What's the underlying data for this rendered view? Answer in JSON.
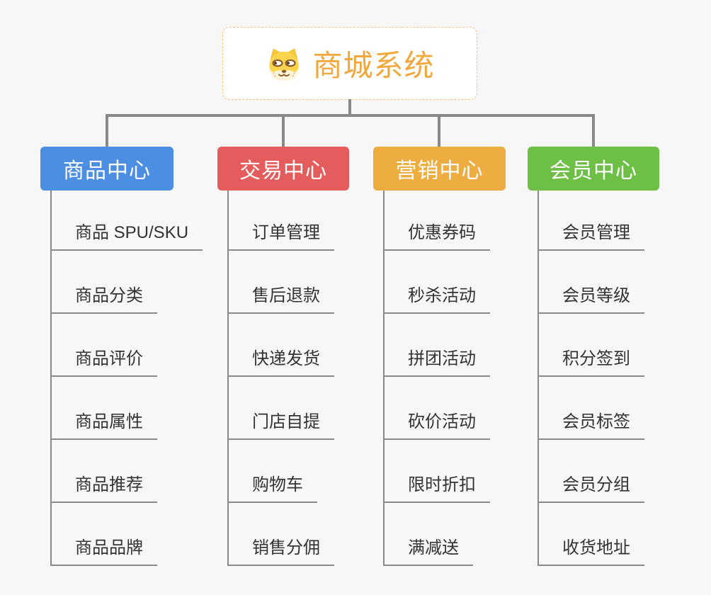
{
  "root": {
    "title": "商城系统",
    "icon": "shiba-dog-icon",
    "title_color": "#F1A73C",
    "border_color": "#F2C37E"
  },
  "branches": [
    {
      "label": "商品中心",
      "color": "#4C8FE2",
      "children": [
        "商品 SPU/SKU",
        "商品分类",
        "商品评价",
        "商品属性",
        "商品推荐",
        "商品品牌"
      ]
    },
    {
      "label": "交易中心",
      "color": "#E45C5B",
      "children": [
        "订单管理",
        "售后退款",
        "快递发货",
        "门店自提",
        "购物车",
        "销售分佣"
      ]
    },
    {
      "label": "营销中心",
      "color": "#EDAD41",
      "children": [
        "优惠券码",
        "秒杀活动",
        "拼团活动",
        "砍价活动",
        "限时折扣",
        "满减送"
      ]
    },
    {
      "label": "会员中心",
      "color": "#6EBF45",
      "children": [
        "会员管理",
        "会员等级",
        "积分签到",
        "会员标签",
        "会员分组",
        "收货地址"
      ]
    }
  ],
  "connector_color": "#898989",
  "background_color": "#F7F7F7",
  "leaf_text_color": "#333333"
}
